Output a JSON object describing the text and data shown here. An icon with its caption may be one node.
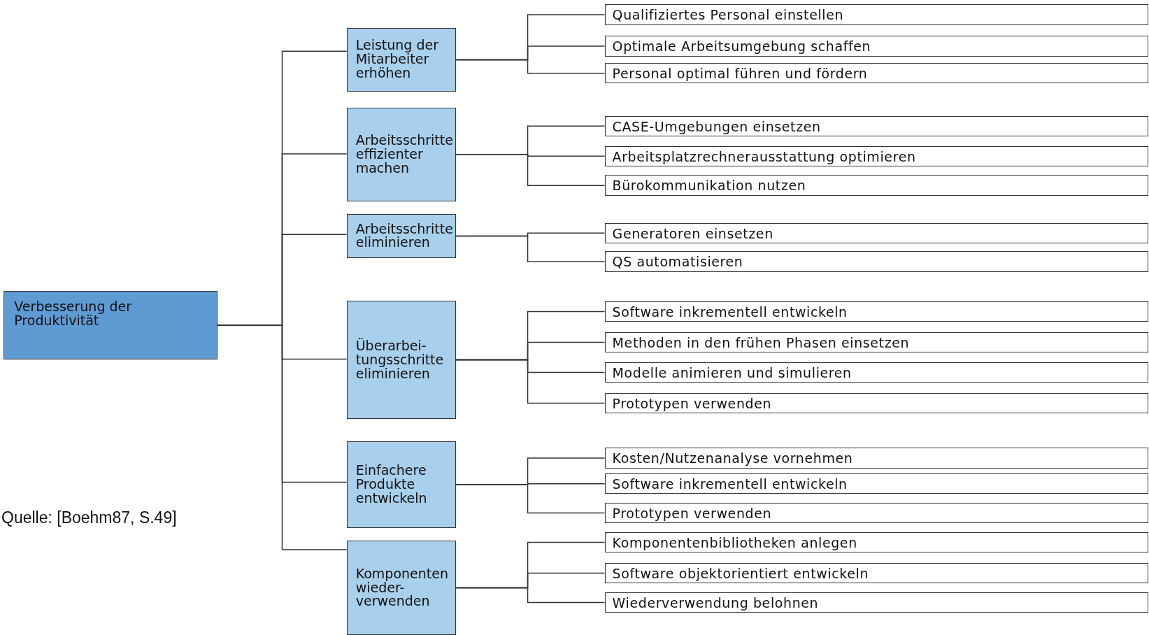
{
  "diagram": {
    "nodes": [
      {
        "text": [
          "Verbesserung der Produktivität"
        ]
      },
      {
        "text": [
          "Leistung der Mitarbeiter erhöhen"
        ]
      },
      {
        "text": [
          "Qualifiziertes Personal einstellen"
        ]
      },
      {
        "text": [
          "Optimale Arbeitsumgebung schaffen"
        ]
      },
      {
        "text": [
          "Personal optimal führen und fördern"
        ]
      },
      {
        "text": [
          "Arbeitsschritte effizienter machen"
        ]
      },
      {
        "text": [
          "CASE-Umgebungen einsetzen"
        ]
      },
      {
        "text": [
          "Arbeitsplatzrechnerausstattung optimieren"
        ]
      },
      {
        "text": [
          "Bürokommunikation nutzen"
        ]
      },
      {
        "text": [
          "Arbeitsschritte eliminieren"
        ]
      },
      {
        "text": [
          "Generatoren einsetzen"
        ]
      },
      {
        "text": [
          "QS automatisieren"
        ]
      },
      {
        "text": [
          "Überarbei-tungsschritte eliminieren"
        ]
      },
      {
        "text": [
          "Software inkrementell entwickeln"
        ]
      },
      {
        "text": [
          "Methoden in den frühen Phasen einsetzen"
        ]
      },
      {
        "text": [
          "Modelle animieren und simulieren"
        ]
      },
      {
        "text": [
          "Prototypen verwenden"
        ]
      },
      {
        "text": [
          "Einfachere Produkte entwickeln"
        ]
      },
      {
        "text": [
          "Kosten/Nutzenanalyse vornehmen"
        ]
      },
      {
        "text": [
          "Software inkrementell entwickeln"
        ]
      },
      {
        "text": [
          "Prototypen verwenden"
        ]
      },
      {
        "text": [
          "Komponenten wieder-verwenden"
        ]
      },
      {
        "text": [
          "Komponentenbibliotheken anlegen"
        ]
      },
      {
        "text": [
          "Software objektorientiert entwickeln"
        ]
      },
      {
        "text": [
          "Wiederverwendung belohnen"
        ]
      }
    ],
    "edges": [
      {
        "from": 0,
        "to": 1,
        "arrow": "none"
      },
      {
        "from": 0,
        "to": 5,
        "arrow": "none"
      },
      {
        "from": 0,
        "to": 9,
        "arrow": "none"
      },
      {
        "from": 0,
        "to": 12,
        "arrow": "none"
      },
      {
        "from": 0,
        "to": 17,
        "arrow": "none"
      },
      {
        "from": 0,
        "to": 21,
        "arrow": "none"
      },
      {
        "from": 1,
        "to": 2,
        "arrow": "none"
      },
      {
        "from": 1,
        "to": 3,
        "arrow": "none"
      },
      {
        "from": 1,
        "to": 4,
        "arrow": "none"
      },
      {
        "from": 5,
        "to": 6,
        "arrow": "none"
      },
      {
        "from": 5,
        "to": 7,
        "arrow": "none"
      },
      {
        "from": 5,
        "to": 8,
        "arrow": "none"
      },
      {
        "from": 9,
        "to": 10,
        "arrow": "none"
      },
      {
        "from": 9,
        "to": 11,
        "arrow": "none"
      },
      {
        "from": 12,
        "to": 13,
        "arrow": "none"
      },
      {
        "from": 12,
        "to": 14,
        "arrow": "none"
      },
      {
        "from": 12,
        "to": 15,
        "arrow": "none"
      },
      {
        "from": 12,
        "to": 16,
        "arrow": "none"
      },
      {
        "from": 17,
        "to": 18,
        "arrow": "none"
      },
      {
        "from": 17,
        "to": 19,
        "arrow": "none"
      },
      {
        "from": 17,
        "to": 20,
        "arrow": "none"
      },
      {
        "from": 21,
        "to": 22,
        "arrow": "none"
      },
      {
        "from": 21,
        "to": 23,
        "arrow": "none"
      },
      {
        "from": 21,
        "to": 24,
        "arrow": "none"
      }
    ],
    "labels": [
      "Quelle: [Boehm87, S.49]"
    ]
  }
}
